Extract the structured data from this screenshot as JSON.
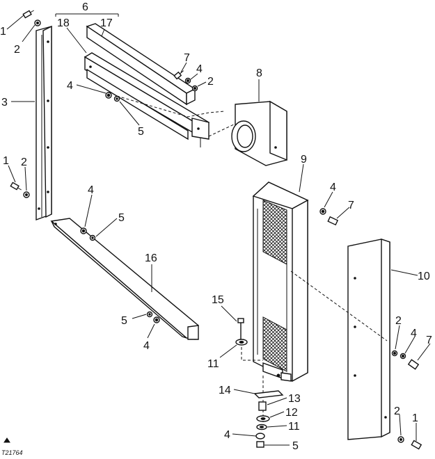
{
  "figure_id": "T21764",
  "callouts": [
    {
      "id": "c1a",
      "text": "1"
    },
    {
      "id": "c2a",
      "text": "2"
    },
    {
      "id": "c3",
      "text": "3"
    },
    {
      "id": "c1b",
      "text": "1"
    },
    {
      "id": "c2b",
      "text": "2"
    },
    {
      "id": "c6",
      "text": "6"
    },
    {
      "id": "c18",
      "text": "18"
    },
    {
      "id": "c17",
      "text": "17"
    },
    {
      "id": "c4a",
      "text": "4"
    },
    {
      "id": "c5a",
      "text": "5"
    },
    {
      "id": "c7a",
      "text": "7"
    },
    {
      "id": "c4b",
      "text": "4"
    },
    {
      "id": "c2c",
      "text": "2"
    },
    {
      "id": "c8",
      "text": "8"
    },
    {
      "id": "c9",
      "text": "9"
    },
    {
      "id": "c4c",
      "text": "4"
    },
    {
      "id": "c7b",
      "text": "7"
    },
    {
      "id": "c4d",
      "text": "4"
    },
    {
      "id": "c5b",
      "text": "5"
    },
    {
      "id": "c16",
      "text": "16"
    },
    {
      "id": "c10",
      "text": "10"
    },
    {
      "id": "c15",
      "text": "15"
    },
    {
      "id": "c5c",
      "text": "5"
    },
    {
      "id": "c4e",
      "text": "4"
    },
    {
      "id": "c11a",
      "text": "11"
    },
    {
      "id": "c2d",
      "text": "2"
    },
    {
      "id": "c4f",
      "text": "4"
    },
    {
      "id": "c7c",
      "text": "7"
    },
    {
      "id": "c14",
      "text": "14"
    },
    {
      "id": "c13",
      "text": "13"
    },
    {
      "id": "c12",
      "text": "12"
    },
    {
      "id": "c11b",
      "text": "11"
    },
    {
      "id": "c4g",
      "text": "4"
    },
    {
      "id": "c5d",
      "text": "5"
    },
    {
      "id": "c2e",
      "text": "2"
    },
    {
      "id": "c1c",
      "text": "1"
    }
  ]
}
